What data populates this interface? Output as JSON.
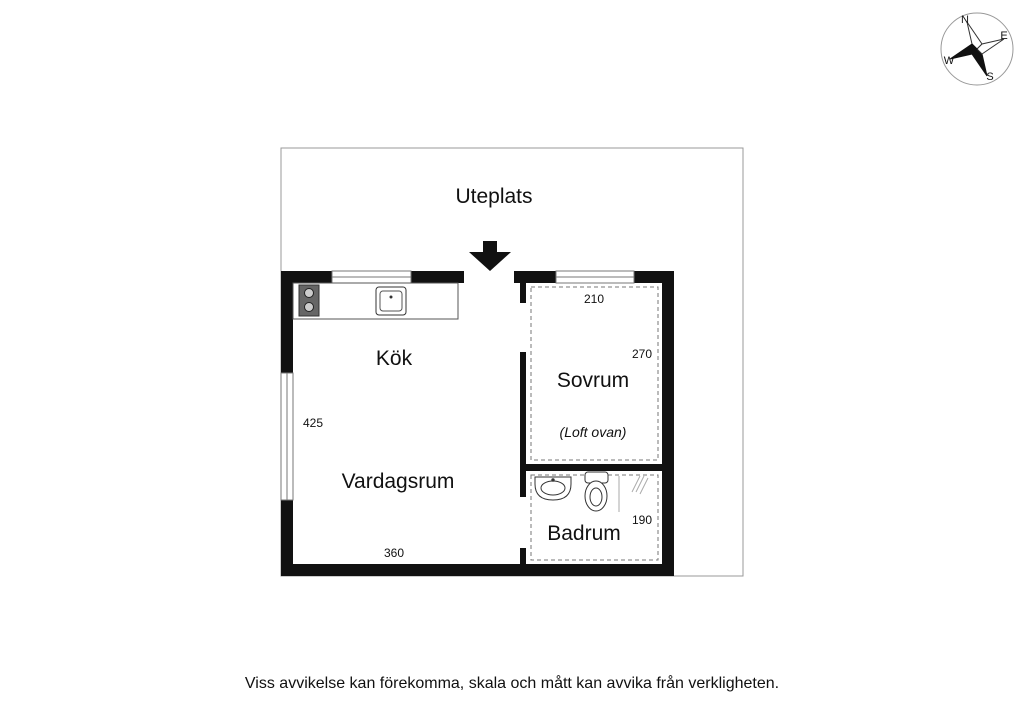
{
  "rooms": {
    "uteplats": "Uteplats",
    "kok": "Kök",
    "vardagsrum": "Vardagsrum",
    "sovrum": "Sovrum",
    "loft_note": "(Loft ovan)",
    "badrum": "Badrum"
  },
  "dimensions": {
    "kitchen_height": "425",
    "living_width": "360",
    "bedroom_width": "210",
    "bedroom_depth": "270",
    "bathroom_depth": "190"
  },
  "compass": {
    "n": "N",
    "e": "E",
    "s": "S",
    "w": "W"
  },
  "disclaimer": "Viss avvikelse kan förekomma, skala och mått kan avvika från verkligheten."
}
